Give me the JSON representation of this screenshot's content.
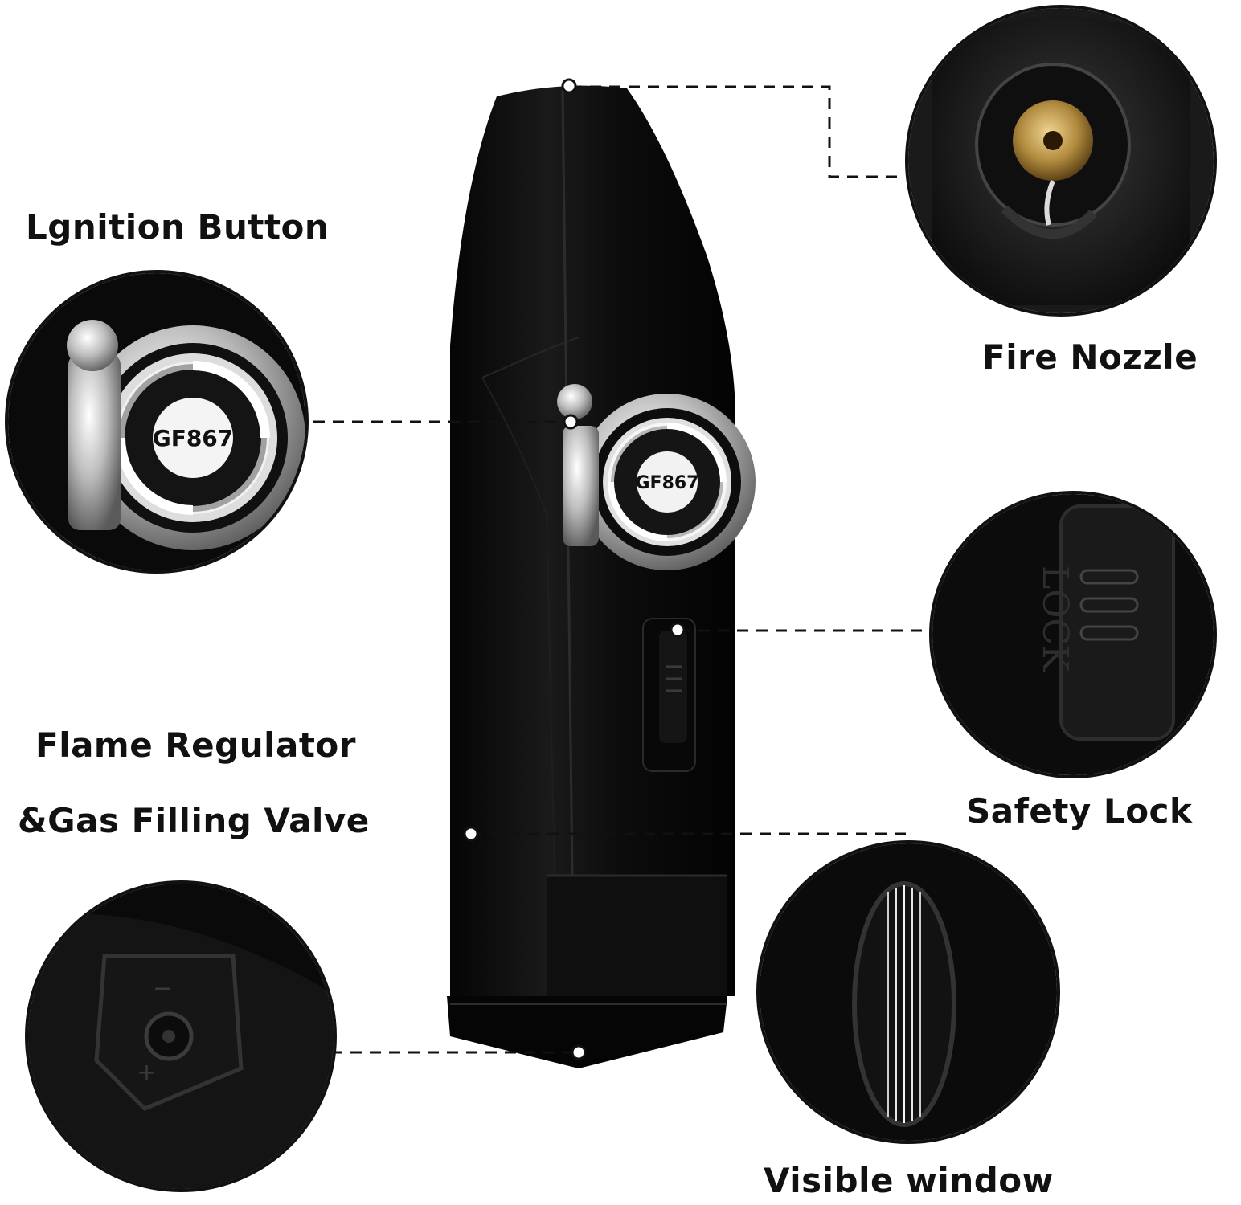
{
  "labels": {
    "ignition_button": "Lgnition Button",
    "fire_nozzle": "Fire Nozzle",
    "flame_regulator_line1": "Flame Regulator",
    "flame_regulator_line2": "&Gas Filling Valve",
    "safety_lock": "Safety Lock",
    "visible_window": "Visible window"
  },
  "product": {
    "model_mark": "GF867",
    "lock_mark": "LOCK"
  },
  "colors": {
    "body": "#0b0b0b",
    "highlight": "#2a2a2a",
    "chrome": "#d9d9d9",
    "brass": "#b08a3e",
    "leader_line": "#111111"
  }
}
